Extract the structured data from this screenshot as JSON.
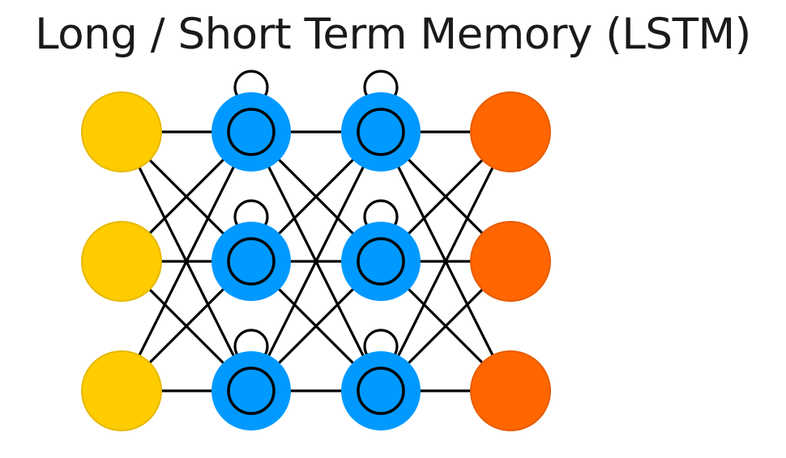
{
  "title": "Long / Short Term Memory (LSTM)",
  "colors": {
    "input": "#FFCC00",
    "input_stroke": "#E6B800",
    "hidden": "#0099FF",
    "hidden_ring": "#000000",
    "output": "#FF6600",
    "output_stroke": "#E65C00",
    "edge": "#000000"
  },
  "network": {
    "layers": [
      {
        "role": "input",
        "nodes": 3
      },
      {
        "role": "hidden-memory",
        "nodes": 3
      },
      {
        "role": "hidden-memory",
        "nodes": 3
      },
      {
        "role": "output",
        "nodes": 3
      }
    ],
    "connectivity": "fully-connected",
    "recurrent_self_loops": true
  }
}
